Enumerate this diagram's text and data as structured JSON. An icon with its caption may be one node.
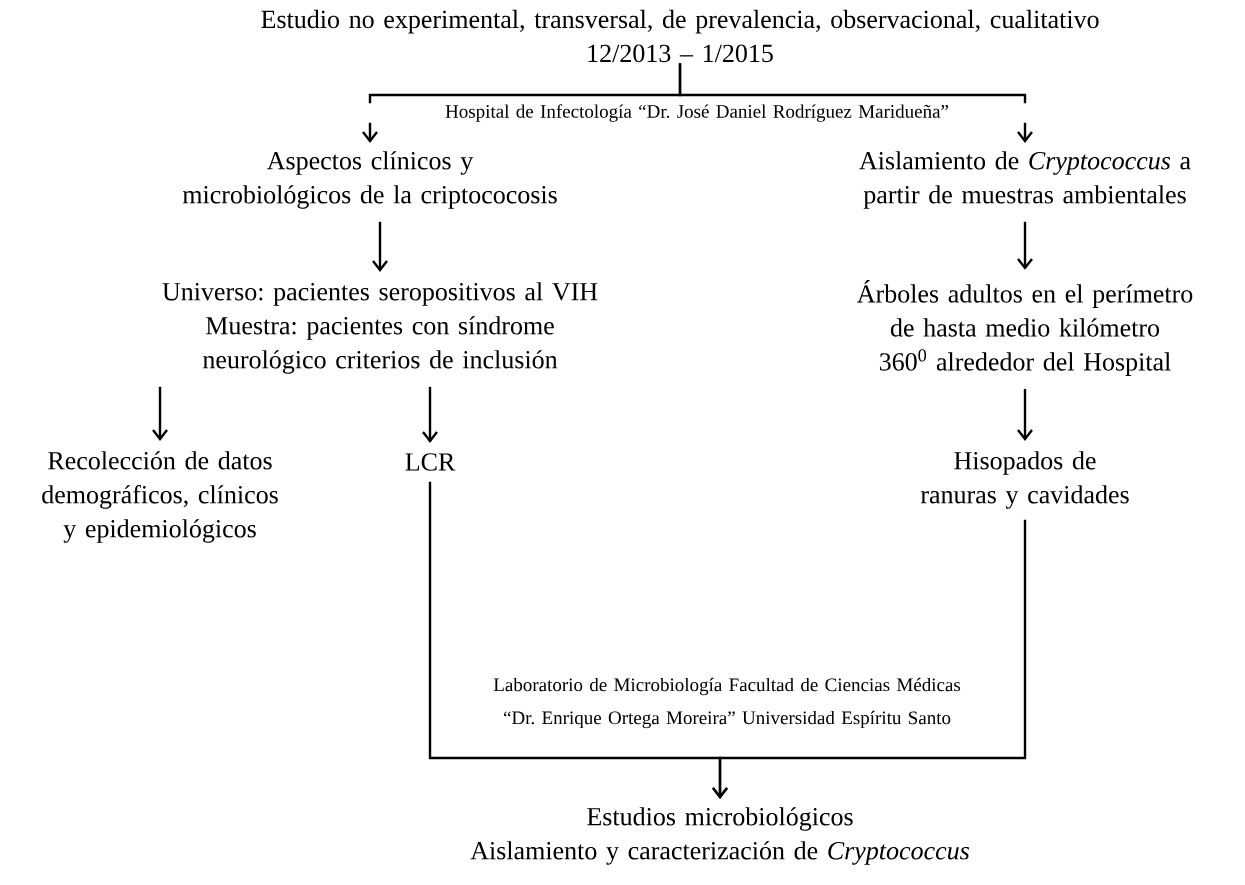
{
  "diagram": {
    "nodes": [
      {
        "text": [
          "Estudio  no experimental, transversal, de prevalencia, observacional, cualitativo",
          "12/2013 – 1/2015"
        ]
      },
      {
        "text": [
          "Aspectos clínicos y microbiológicos de la criptococosis"
        ]
      },
      {
        "text": [
          "Aislamiento de *Cryptococcus* a partir de muestras ambientales"
        ]
      },
      {
        "text": [
          "Universo: pacientes seropositivos al VIH",
          "Muestra: pacientes con síndrome neurológico criterios de inclusión"
        ]
      },
      {
        "text": [
          "Árboles adultos en el perímetro de hasta medio kilómetro 360$^{0}$  alrededor del Hospital"
        ]
      },
      {
        "text": [
          "Recolección de datos demográficos, clínicos y epidemiológicos"
        ]
      },
      {
        "text": [
          "LCR"
        ]
      },
      {
        "text": [
          "Hisopados de ranuras y cavidades"
        ]
      },
      {
        "text": [
          "Estudios microbiológicos",
          "Aislamiento y caracterización de *Cryptococcus*"
        ]
      }
    ],
    "edges": [
      {
        "from": 0,
        "to": 1,
        "arrow": "to",
        "label": "Hospital de Infectología “Dr. José Daniel Rodríguez Maridueña”"
      },
      {
        "from": 0,
        "to": 2,
        "arrow": "to"
      },
      {
        "from": 1,
        "to": 3,
        "arrow": "to"
      },
      {
        "from": 2,
        "to": 4,
        "arrow": "to"
      },
      {
        "from": 3,
        "to": 5,
        "arrow": "to"
      },
      {
        "from": 3,
        "to": 6,
        "arrow": "to"
      },
      {
        "from": 4,
        "to": 7,
        "arrow": "to"
      },
      {
        "from": 6,
        "to": 8,
        "arrow": "to",
        "label": "Laboratorio de Microbiología Facultad de Ciencias Médicas “Dr. Enrique Ortega Moreira” Universidad Espíritu Santo"
      },
      {
        "from": 7,
        "to": 8,
        "arrow": "to"
      }
    ]
  }
}
